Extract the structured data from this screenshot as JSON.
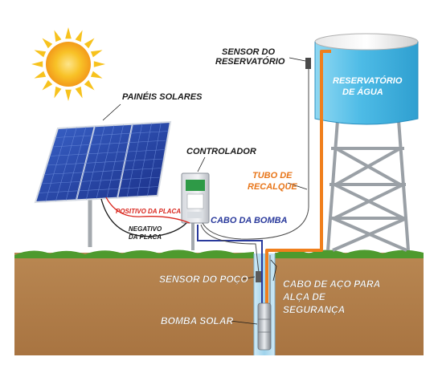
{
  "labels": {
    "sensor_reservatorio_l1": "SENSOR DO",
    "sensor_reservatorio_l2": "RESERVATÓRIO",
    "reservatorio_l1": "RESERVATÓRIO",
    "reservatorio_l2": "DE ÁGUA",
    "paineis": "PAINÉIS SOLARES",
    "controlador": "CONTROLADOR",
    "tubo_l1": "TUBO DE",
    "tubo_l2": "RECALQUE",
    "positivo": "POSITIVO DA PLACA",
    "negativo_l1": "NEGATIVO",
    "negativo_l2": "DA PLACA",
    "cabo_bomba": "CABO DA BOMBA",
    "sensor_poco": "SENSOR DO POÇO",
    "cabo_aco_l1": "CABO DE AÇO PARA",
    "cabo_aco_l2": "ALÇA DE",
    "cabo_aco_l3": "SEGURANÇA",
    "bomba": "BOMBA SOLAR"
  },
  "colors": {
    "sun": "#f7c21d",
    "sun_core": "#f59a19",
    "soil": "#b3824f",
    "grass": "#4e9a2e",
    "water_tank": "#5cc3ea",
    "panel": "#1c3fa3",
    "pipe": "#f07f1c",
    "blue_cable": "#2a3a9c",
    "red_cable": "#d9251c",
    "label_dark": "#1a1a1a",
    "label_orange": "#e8761a",
    "label_blue": "#2a3a9c",
    "label_red": "#d9251c",
    "label_white": "#ffffff"
  }
}
